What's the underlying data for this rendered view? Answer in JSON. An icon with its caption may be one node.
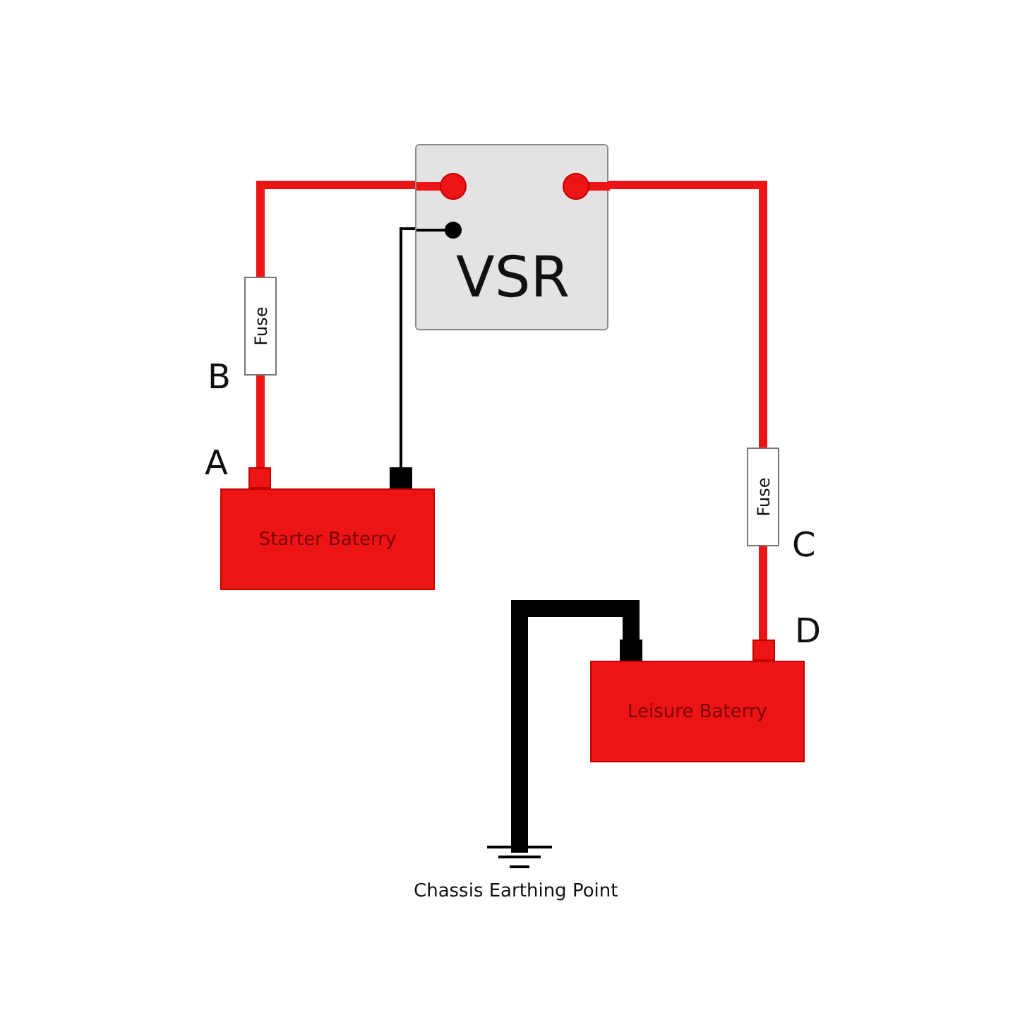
{
  "diagram": {
    "nodes": [
      {
        "text": [
          "VSR"
        ]
      },
      {
        "text": [
          "Fuse"
        ]
      },
      {
        "text": [
          "Starter Baterry"
        ]
      },
      {
        "text": [
          "Fuse"
        ]
      },
      {
        "text": [
          "Leisure Baterry"
        ]
      },
      {
        "text": [],
        "shape": "ground",
        "beside": [
          "Chassis Earthing Point"
        ]
      }
    ],
    "edges": [
      {
        "from": 0,
        "to": 1,
        "arrow": "none"
      },
      {
        "from": 1,
        "to": 2,
        "arrow": "none"
      },
      {
        "from": 0,
        "to": 2,
        "arrow": "none",
        "color": "#000000"
      },
      {
        "from": 0,
        "to": 3,
        "arrow": "none"
      },
      {
        "from": 3,
        "to": 4,
        "arrow": "none"
      },
      {
        "from": 4,
        "to": 5,
        "arrow": "none",
        "style": "thick",
        "color": "#000000"
      }
    ],
    "labels": [
      "B",
      "A",
      "C",
      "D"
    ]
  }
}
